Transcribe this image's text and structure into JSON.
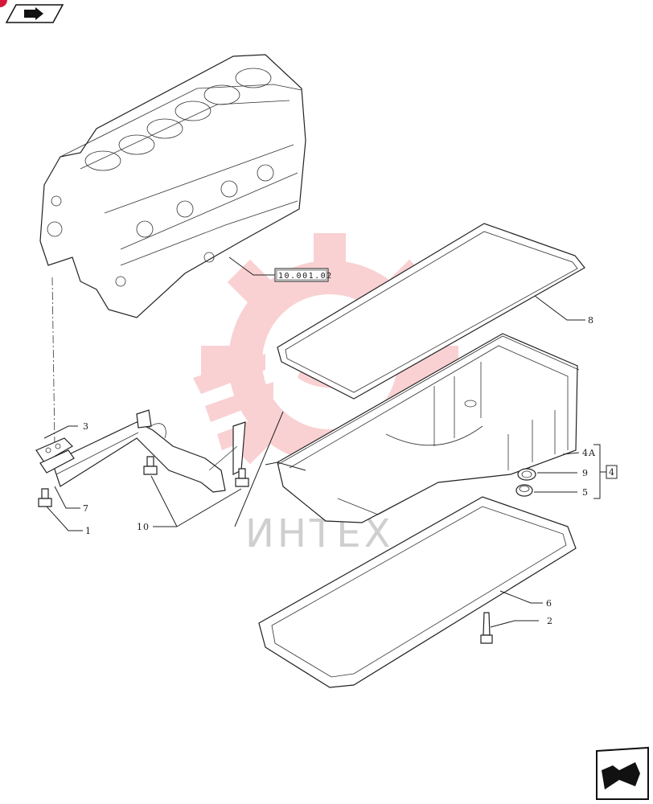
{
  "reference_label": "10.001.02",
  "callouts": {
    "c1": "1",
    "c2": "2",
    "c3": "3",
    "c4": "4",
    "c4a": "4A",
    "c5": "5",
    "c6": "6",
    "c7": "7",
    "c8": "8",
    "c9": "9",
    "c10": "10"
  },
  "watermark": {
    "text": "ИНТЕХ",
    "color": "#e8343a"
  },
  "icons": {
    "top_left": "book-arrow-icon",
    "bottom_right": "next-page-arrow-icon"
  }
}
